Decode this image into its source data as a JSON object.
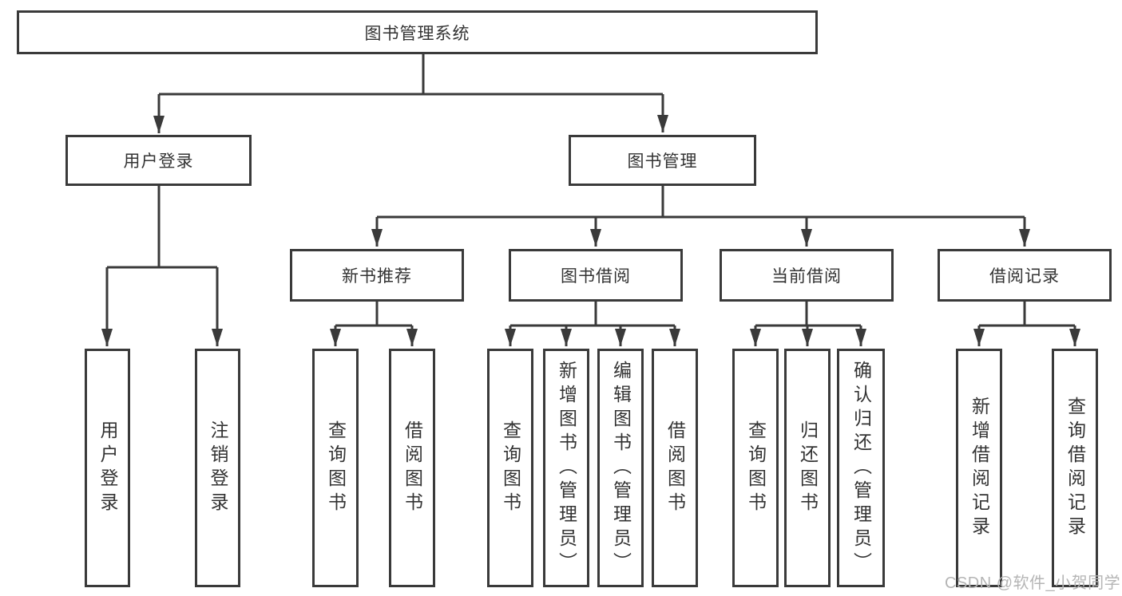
{
  "diagram": {
    "title": "图书管理系统",
    "colors": {
      "line": "#3a3a3a",
      "text": "#333333",
      "box_bg": "#ffffff",
      "watermark": "#b5b5b5"
    },
    "watermark": "CSDN @软件_小贺同学",
    "nodes": {
      "root": {
        "label": "图书管理系统"
      },
      "user_login": {
        "label": "用户登录"
      },
      "book_mgmt": {
        "label": "图书管理"
      },
      "new_book_rec": {
        "label": "新书推荐"
      },
      "book_borrow": {
        "label": "图书借阅"
      },
      "current_borrow": {
        "label": "当前借阅"
      },
      "borrow_records": {
        "label": "借阅记录"
      },
      "ul_login": {
        "label": "用户登录"
      },
      "ul_logout": {
        "label": "注销登录"
      },
      "nb_query": {
        "label": "查询图书"
      },
      "nb_borrow": {
        "label": "借阅图书"
      },
      "bb_query": {
        "label": "查询图书"
      },
      "bb_add": {
        "label": "新增图书（管理员）"
      },
      "bb_edit": {
        "label": "编辑图书（管理员）"
      },
      "bb_borrow": {
        "label": "借阅图书"
      },
      "cb_query": {
        "label": "查询图书"
      },
      "cb_return": {
        "label": "归还图书"
      },
      "cb_confirm": {
        "label": "确认归还（管理员）"
      },
      "br_add": {
        "label": "新增借阅记录"
      },
      "br_query": {
        "label": "查询借阅记录"
      }
    },
    "structure": [
      {
        "parent": "图书管理系统",
        "children": [
          "用户登录",
          "图书管理"
        ]
      },
      {
        "parent": "用户登录",
        "children": [
          "用户登录",
          "注销登录"
        ]
      },
      {
        "parent": "图书管理",
        "children": [
          "新书推荐",
          "图书借阅",
          "当前借阅",
          "借阅记录"
        ]
      },
      {
        "parent": "新书推荐",
        "children": [
          "查询图书",
          "借阅图书"
        ]
      },
      {
        "parent": "图书借阅",
        "children": [
          "查询图书",
          "新增图书（管理员）",
          "编辑图书（管理员）",
          "借阅图书"
        ]
      },
      {
        "parent": "当前借阅",
        "children": [
          "查询图书",
          "归还图书",
          "确认归还（管理员）"
        ]
      },
      {
        "parent": "借阅记录",
        "children": [
          "新增借阅记录",
          "查询借阅记录"
        ]
      }
    ]
  }
}
